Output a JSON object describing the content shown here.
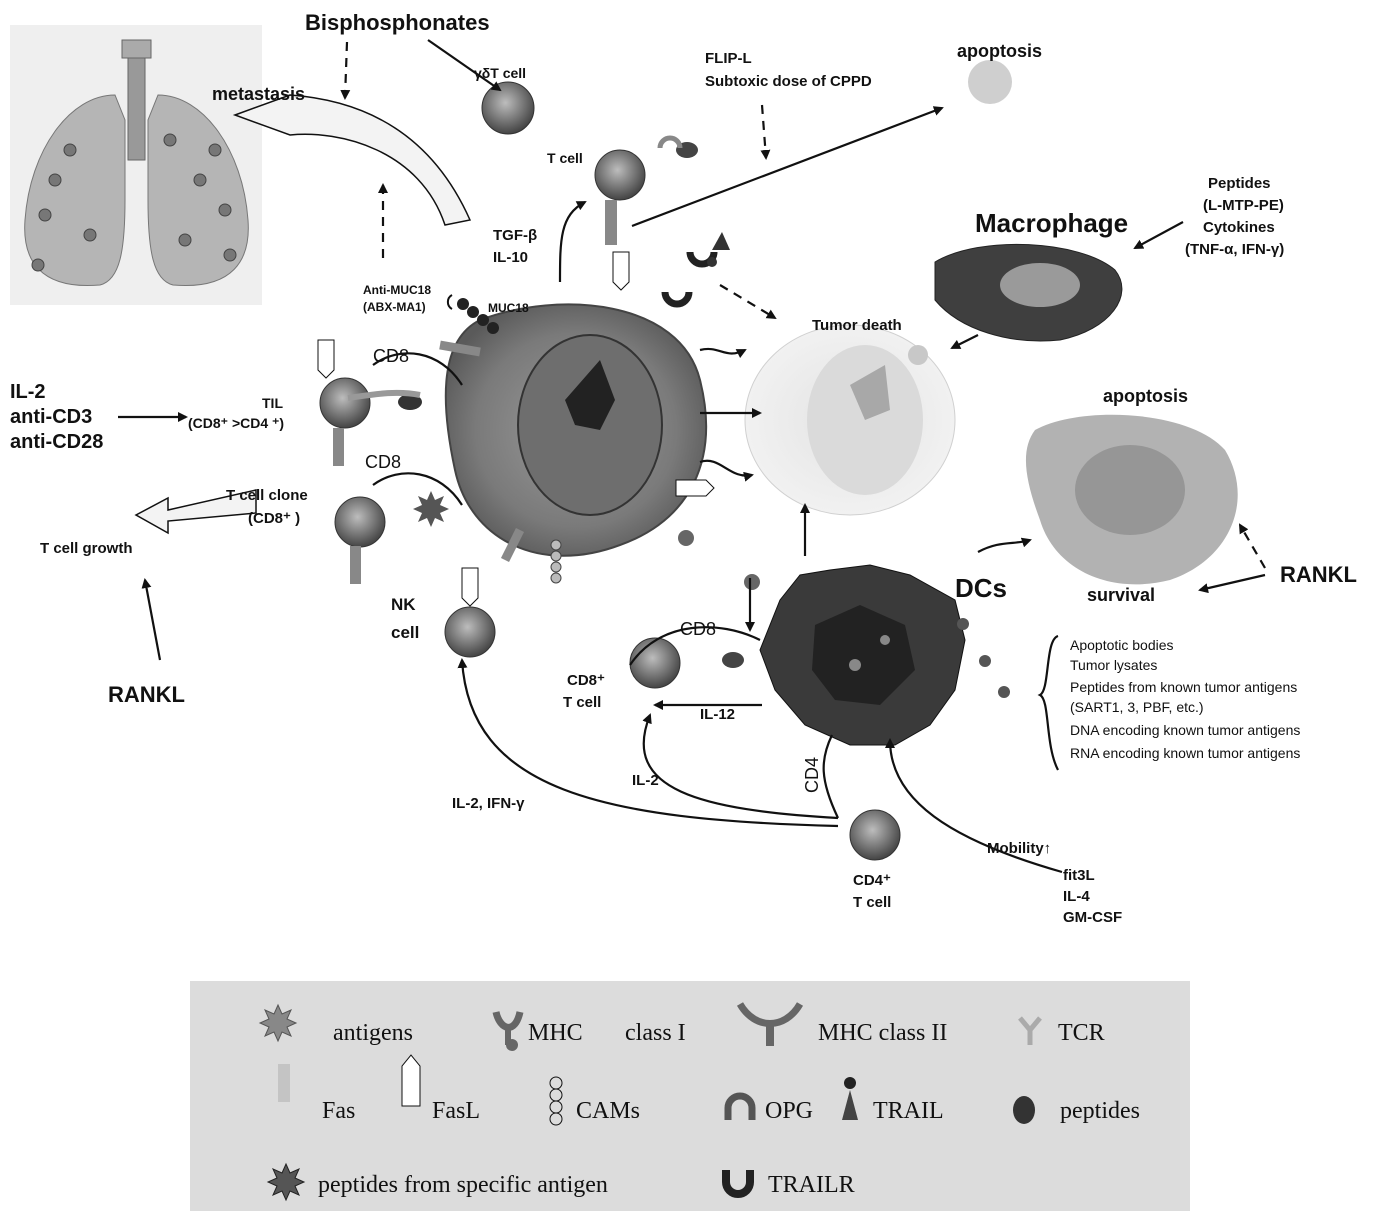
{
  "labels": {
    "bisphosphonates": "Bisphosphonates",
    "metastasis": "metastasis",
    "gd_t_cell": "γδT cell",
    "flip_l": "FLIP-L",
    "subtoxic": "Subtoxic dose of CPPD",
    "apoptosis_top": "apoptosis",
    "t_cell": "T cell",
    "peptides_lmtp_1": "Peptides",
    "peptides_lmtp_2": "(L-MTP-PE)",
    "peptides_lmtp_3": "Cytokines",
    "peptides_lmtp_4": "(TNF-α, IFN-γ)",
    "macrophage": "Macrophage",
    "tgf_beta": "TGF-β",
    "il_10": "IL-10",
    "anti_muc18": "Anti-MUC18",
    "abx_ma1": "(ABX-MA1)",
    "muc18": "MUC18",
    "tumor_death": "Tumor death",
    "cd8_1": "CD8",
    "cd8_2": "CD8",
    "cd8_3": "CD8",
    "cd4": "CD4",
    "il2_left": "IL-2",
    "anti_cd3": "anti-CD3",
    "anti_cd28": "anti-CD28",
    "til": "TIL",
    "til_sub": "(CD8⁺ >CD4 ⁺)",
    "apoptosis_right": "apoptosis",
    "t_cell_clone": "T cell clone",
    "t_cell_clone_sub": "(CD8⁺ )",
    "t_cell_growth": "T cell growth",
    "dcs": "DCs",
    "survival": "survival",
    "rankl_right": "RANKL",
    "rankl_left": "RANKL",
    "nk_1": "NK",
    "nk_2": "cell",
    "cd8_t_1": "CD8⁺",
    "cd8_t_2": "T cell",
    "il_12": "IL-12",
    "il_2_mid": "IL-2",
    "il_2_ifn": "IL-2, IFN-γ",
    "cd4_t_1": "CD4⁺",
    "cd4_t_2": "T cell",
    "mobility": "Mobility↑",
    "fit3l": "fit3L",
    "il_4": "IL-4",
    "gm_csf": "GM-CSF",
    "dc_list": [
      "Apoptotic bodies",
      "Tumor lysates",
      "Peptides from known tumor antigens",
      "(SART1, 3, PBF, etc.)",
      "DNA encoding known tumor antigens",
      "RNA encoding known tumor antigens"
    ]
  },
  "legend": {
    "antigens": "antigens",
    "mhc_1": "MHC",
    "class_1": "class I",
    "mhc_2": "MHC class II",
    "tcr": "TCR",
    "fas": "Fas",
    "fasl": "FasL",
    "cams": "CAMs",
    "opg": "OPG",
    "trail": "TRAIL",
    "peptides": "peptides",
    "specific": "peptides from specific antigen",
    "trailr": "TRAILR"
  },
  "colors": {
    "legend_bg": "#dcdcdc",
    "text": "#111111",
    "cell_dark": "#4a4a4a",
    "tumor_light": "#c9c9c9"
  }
}
